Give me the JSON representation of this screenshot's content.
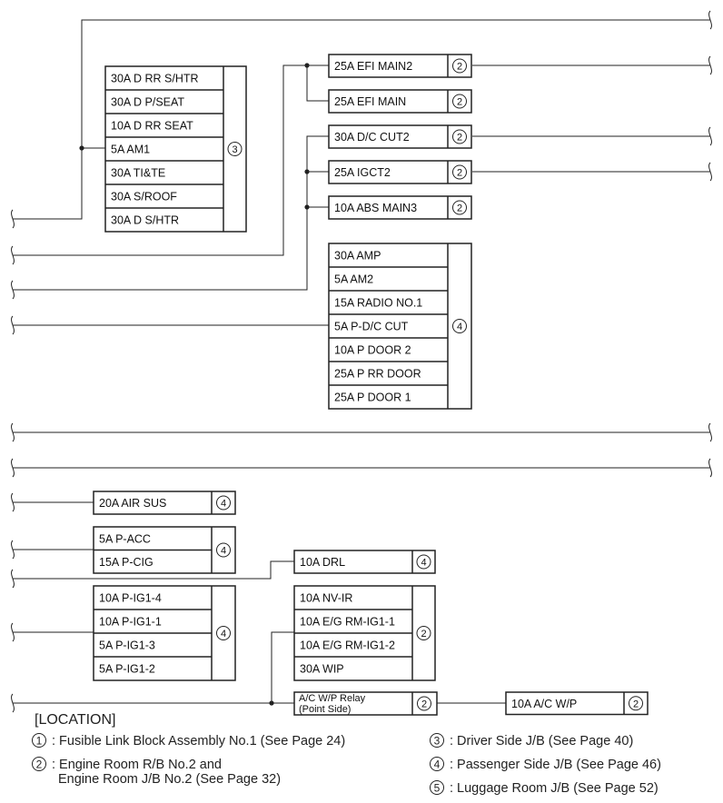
{
  "blocks": [
    {
      "id": "b1",
      "loc": "3",
      "fuses": [
        "30A D RR S/HTR",
        "30A D P/SEAT",
        "10A D RR SEAT",
        "5A AM1",
        "30A TI&TE",
        "30A S/ROOF",
        "30A D S/HTR"
      ]
    },
    {
      "id": "b2",
      "loc": "2",
      "fuses": [
        "25A EFI MAIN2"
      ]
    },
    {
      "id": "b3",
      "loc": "2",
      "fuses": [
        "25A EFI MAIN"
      ]
    },
    {
      "id": "b4",
      "loc": "2",
      "fuses": [
        "30A D/C CUT2"
      ]
    },
    {
      "id": "b5",
      "loc": "2",
      "fuses": [
        "25A IGCT2"
      ]
    },
    {
      "id": "b6",
      "loc": "2",
      "fuses": [
        "10A ABS MAIN3"
      ]
    },
    {
      "id": "b7",
      "loc": "4",
      "fuses": [
        "30A AMP",
        "5A AM2",
        "15A RADIO NO.1",
        "5A P-D/C CUT",
        "10A P DOOR 2",
        "25A P RR DOOR",
        "25A P DOOR 1"
      ]
    },
    {
      "id": "b8",
      "loc": "4",
      "fuses": [
        "20A AIR SUS"
      ]
    },
    {
      "id": "b9",
      "loc": "4",
      "fuses": [
        "5A P-ACC",
        "15A P-CIG"
      ]
    },
    {
      "id": "b10",
      "loc": "4",
      "fuses": [
        "10A DRL"
      ]
    },
    {
      "id": "b11",
      "loc": "4",
      "fuses": [
        "10A P-IG1-4",
        "10A P-IG1-1",
        "5A P-IG1-3",
        "5A P-IG1-2"
      ]
    },
    {
      "id": "b12",
      "loc": "2",
      "fuses": [
        "10A NV-IR",
        "10A E/G RM-IG1-1",
        "10A E/G RM-IG1-2",
        "30A WIP"
      ]
    },
    {
      "id": "b14",
      "loc": "2",
      "fuses": [
        "10A A/C W/P"
      ]
    }
  ],
  "relay": {
    "line1": "A/C W/P Relay",
    "line2": "(Point Side)",
    "loc": "2"
  },
  "location": {
    "title": "[LOCATION]",
    "items": [
      {
        "num": "1",
        "text": ": Fusible Link Block Assembly No.1 (See Page 24)"
      },
      {
        "num": "2",
        "text": ": Engine Room R/B No.2 and",
        "text2": "Engine Room J/B No.2 (See Page 32)"
      },
      {
        "num": "3",
        "text": ": Driver Side J/B  (See Page 40)"
      },
      {
        "num": "4",
        "text": ": Passenger Side J/B (See Page 46)"
      },
      {
        "num": "5",
        "text": ": Luggage Room J/B (See Page 52)"
      }
    ]
  }
}
